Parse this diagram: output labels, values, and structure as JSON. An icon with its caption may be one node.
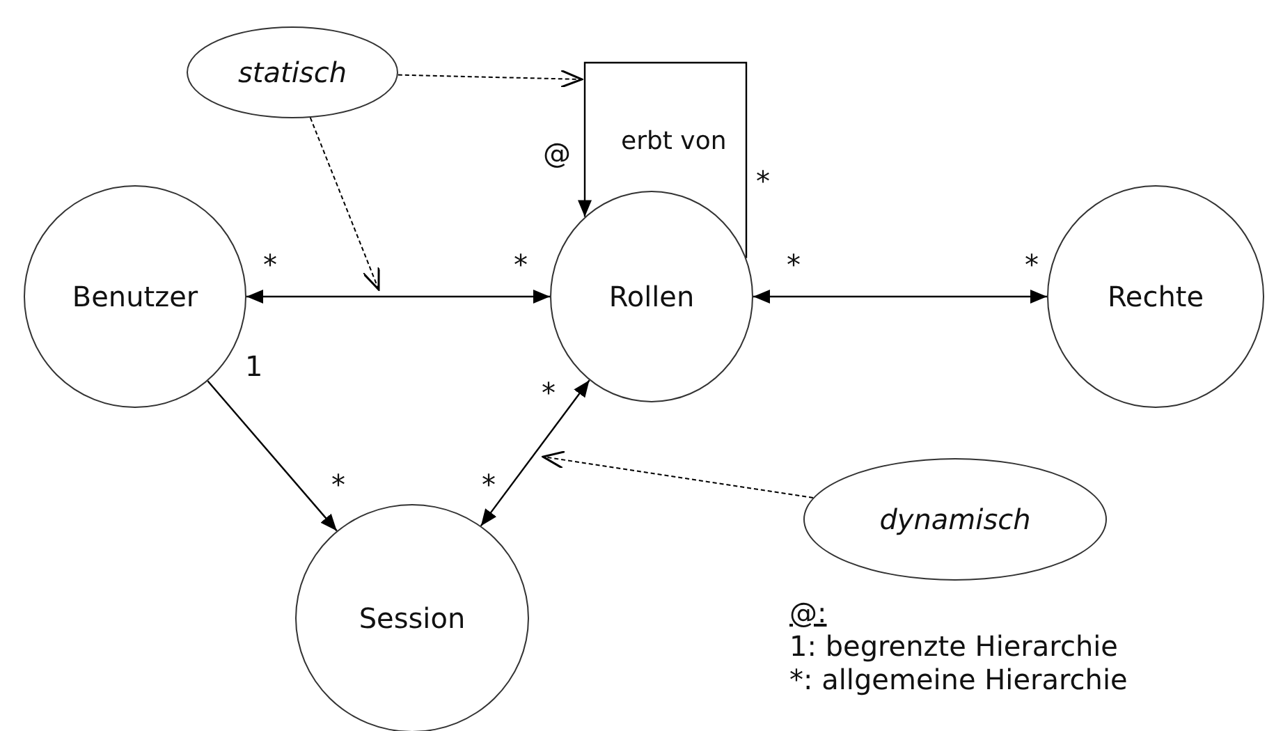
{
  "diagram": {
    "nodes": [
      {
        "text": [
          "statisch"
        ]
      },
      {
        "text": [
          "Benutzer"
        ]
      },
      {
        "text": [
          "Rollen"
        ]
      },
      {
        "text": [
          "Rechte"
        ]
      },
      {
        "text": [
          "Session"
        ]
      },
      {
        "text": [
          "dynamisch"
        ]
      }
    ],
    "edges": [
      {
        "from": 1,
        "to": 2,
        "arrow": "both"
      },
      {
        "from": 2,
        "to": 3,
        "arrow": "both"
      },
      {
        "from": 1,
        "to": 4,
        "arrow": "to"
      },
      {
        "from": 4,
        "to": 2,
        "arrow": "both"
      },
      {
        "from": 2,
        "to": 2,
        "arrow": "to",
        "label": "erbt von"
      },
      {
        "from": 0,
        "to": null,
        "arrow": "to",
        "style": "dashed"
      },
      {
        "from": 0,
        "to": null,
        "arrow": "to",
        "style": "dashed"
      },
      {
        "from": 5,
        "to": null,
        "arrow": "to",
        "style": "dashed"
      }
    ],
    "labels": [
      "@",
      "*",
      "*",
      "*",
      "*",
      "*",
      "1",
      "*",
      "*",
      "*",
      "@:",
      "1: begrenzte Hierarchie",
      "*: allgemeine Hierarchie"
    ]
  }
}
